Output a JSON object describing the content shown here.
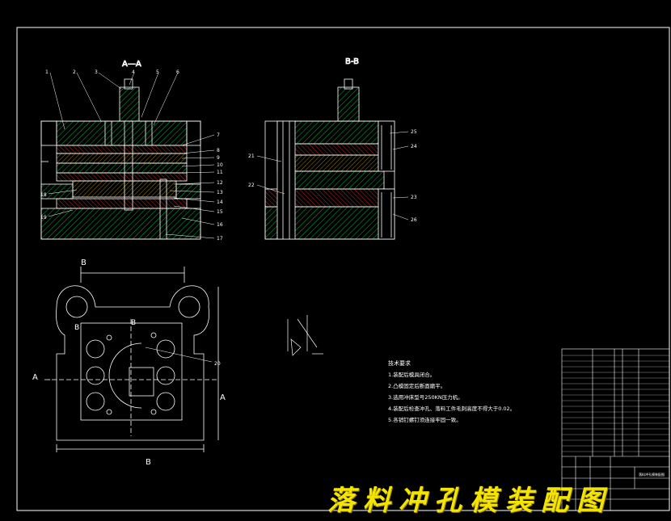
{
  "drawing": {
    "section_aa_title": "A—A",
    "section_bb_title": "B-B",
    "plan_cut_marks": {
      "top": "B",
      "bottom": "B",
      "left": "A",
      "right": "A",
      "inner_b1": "B",
      "inner_b2": "B"
    },
    "balloons_aa": [
      "1",
      "2",
      "3",
      "4",
      "5",
      "6",
      "7",
      "8",
      "9",
      "10",
      "11",
      "12",
      "13",
      "14",
      "15",
      "16",
      "17",
      "18",
      "19"
    ],
    "balloons_bb": [
      "21",
      "22",
      "23",
      "24",
      "25",
      "26"
    ],
    "balloon_plan": "20",
    "colors": {
      "background": "#000000",
      "frame": "#ffffff",
      "title": "#f5e400",
      "hatch": "#00ff66"
    }
  },
  "notes": {
    "heading": "技术要求",
    "items": [
      "1.装配后模具闭合。",
      "2.凸模固定后断面磨平。",
      "3.选用冲床型号250KN压力机。",
      "4.装配后检查冲孔、落料工件毛刺高度不得大于0.02。",
      "5.各销钉螺钉须连接牢固一致。"
    ]
  },
  "title_block": {
    "name": "落料冲孔模装配图"
  },
  "big_title": "落料冲孔模装配图"
}
